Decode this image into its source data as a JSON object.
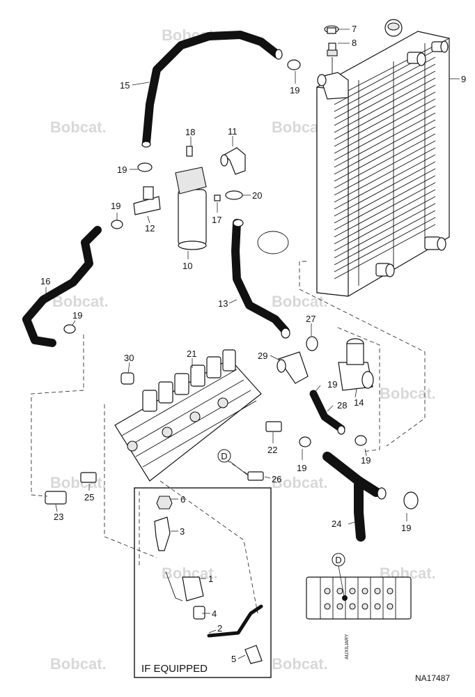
{
  "watermark": "Bobcat.",
  "callouts": {
    "c1": "1",
    "c2": "2",
    "c3": "3",
    "c4": "4",
    "c5": "5",
    "c6": "6",
    "c7": "7",
    "c8": "8",
    "c9": "9",
    "c10": "10",
    "c11": "11",
    "c12": "12",
    "c13": "13",
    "c14": "14",
    "c15": "15",
    "c16": "16",
    "c17": "17",
    "c18": "18",
    "c19a": "19",
    "c19b": "19",
    "c19c": "19",
    "c19d": "19",
    "c19e": "19",
    "c19f": "19",
    "c19g": "19",
    "c19h": "19",
    "c20": "20",
    "c21": "21",
    "c22": "22",
    "c23": "23",
    "c24": "24",
    "c25": "25",
    "c26": "26",
    "c27": "27",
    "c28": "28",
    "c29": "29",
    "c30": "30"
  },
  "detail_marker": "D",
  "if_equipped": "IF EQUIPPED",
  "auxiliary": "AUXILIARY",
  "reference_code": "NA17487"
}
